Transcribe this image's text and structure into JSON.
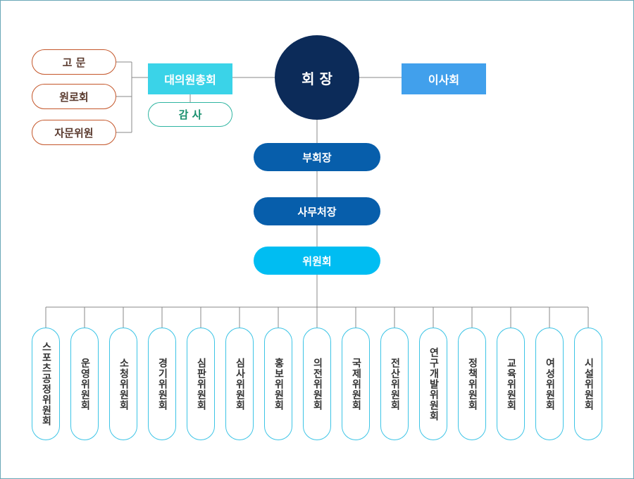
{
  "chairman": "회 장",
  "delegates": "대의원총회",
  "audit": "감 사",
  "board": "이사회",
  "advisors": [
    {
      "label": "고 문"
    },
    {
      "label": "원로회"
    },
    {
      "label": "자문위원"
    }
  ],
  "vice_chairman": "부회장",
  "secretary_general": "사무처장",
  "committee": "위원회",
  "committees": [
    {
      "label": "스포츠공정위원회"
    },
    {
      "label": "운영위원회"
    },
    {
      "label": "소청위원회"
    },
    {
      "label": "경기위원회"
    },
    {
      "label": "심판위원회"
    },
    {
      "label": "심사위원회"
    },
    {
      "label": "홍보위원회"
    },
    {
      "label": "의전위원회"
    },
    {
      "label": "국제위원회"
    },
    {
      "label": "전산위원회"
    },
    {
      "label": "연구개발위원회"
    },
    {
      "label": "정책위원회"
    },
    {
      "label": "교육위원회"
    },
    {
      "label": "여성위원회"
    },
    {
      "label": "시설위원회"
    }
  ],
  "colors": {
    "chairman": "#0c2b59",
    "vice_and_secgen": "#075eab",
    "committee": "#00bdf2",
    "delegates": "#3ad3e8",
    "board": "#41a0ec",
    "advisor_border": "#c4562a",
    "audit_border": "#2fb5a1",
    "committee_border": "#3cc4e6",
    "connector": "#888888"
  }
}
